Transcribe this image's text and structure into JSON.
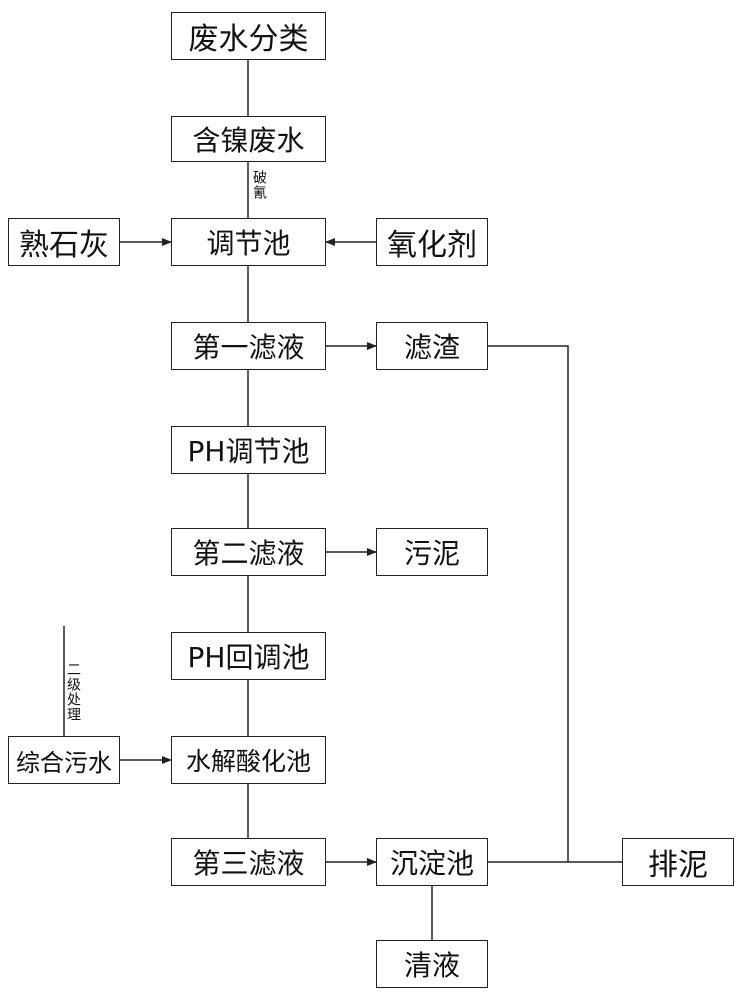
{
  "nodes": {
    "classify": "废水分类",
    "nickel_wastewater": "含镍废水",
    "regulating_tank": "调节池",
    "slaked_lime": "熟石灰",
    "oxidant": "氧化剂",
    "first_filtrate": "第一滤液",
    "filter_residue": "滤渣",
    "ph_regulating_tank": "PH调节池",
    "second_filtrate": "第二滤液",
    "sludge": "污泥",
    "ph_callback_tank": "PH回调池",
    "mixed_wastewater": "综合污水",
    "hydrolysis_tank": "水解酸化池",
    "third_filtrate": "第三滤液",
    "sedimentation_tank": "沉淀池",
    "sludge_discharge": "排泥",
    "clear_liquid": "清液"
  },
  "labels": {
    "cyanide_breaking": "破氰",
    "secondary_treatment": "二级处理"
  },
  "colors": {
    "line": "#222222",
    "text": "#111111",
    "background": "#ffffff"
  }
}
